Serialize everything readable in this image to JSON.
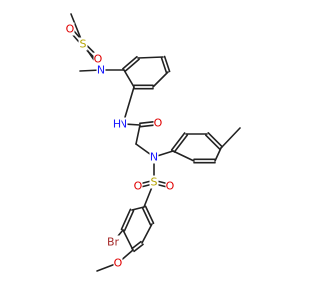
{
  "atoms": [
    {
      "id": "S1",
      "label": "S",
      "color": "#b5a300"
    },
    {
      "id": "O1",
      "label": "O",
      "color": "#e00000"
    },
    {
      "id": "O2",
      "label": "O",
      "color": "#e00000"
    },
    {
      "id": "N1",
      "label": "N",
      "color": "#1a1aff"
    },
    {
      "id": "NH",
      "label": "N",
      "color": "#1a1aff"
    },
    {
      "id": "H1",
      "label": "H",
      "color": "#1a1aff"
    },
    {
      "id": "O3",
      "label": "O",
      "color": "#e00000"
    },
    {
      "id": "N2",
      "label": "N",
      "color": "#1a1aff"
    },
    {
      "id": "S2",
      "label": "S",
      "color": "#b5a300"
    },
    {
      "id": "O4",
      "label": "O",
      "color": "#e00000"
    },
    {
      "id": "O5",
      "label": "O",
      "color": "#e00000"
    },
    {
      "id": "BR",
      "label": "Br",
      "color": "#a52a2a"
    },
    {
      "id": "O6",
      "label": "O",
      "color": "#e00000"
    }
  ],
  "bond_color": "#222222"
}
